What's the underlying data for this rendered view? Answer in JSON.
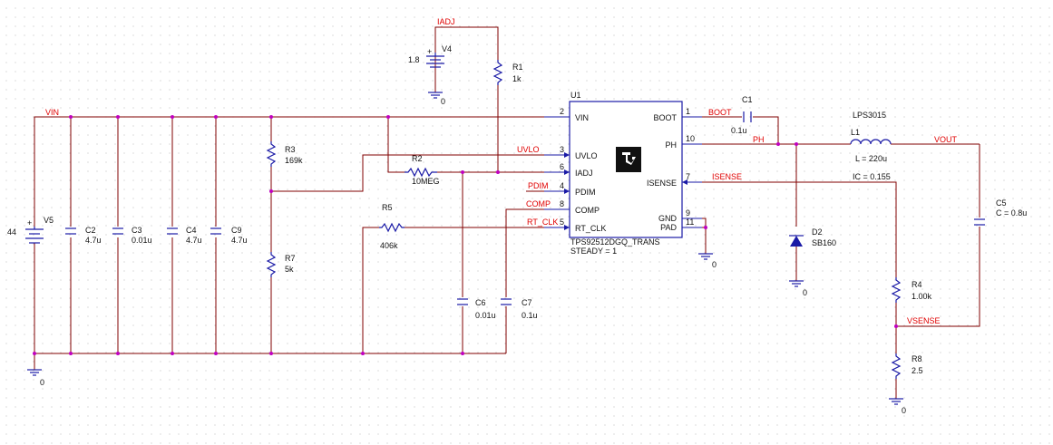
{
  "nets": {
    "vin": "VIN",
    "iadj": "IADJ",
    "uvlo": "UVLO",
    "pdim": "PDIM",
    "comp": "COMP",
    "rt_clk": "RT_CLK",
    "boot": "BOOT",
    "ph": "PH",
    "vout": "VOUT",
    "isense": "ISENSE",
    "vsense": "VSENSE"
  },
  "ic": {
    "ref": "U1",
    "part": "TPS92512DGQ_TRANS",
    "steady": "STEADY = 1",
    "pins_left": [
      {
        "num": "2",
        "name": "VIN"
      },
      {
        "num": "3",
        "name": "UVLO"
      },
      {
        "num": "6",
        "name": "IADJ"
      },
      {
        "num": "4",
        "name": "PDIM"
      },
      {
        "num": "8",
        "name": "COMP"
      },
      {
        "num": "5",
        "name": "RT_CLK"
      }
    ],
    "pins_right": [
      {
        "num": "1",
        "name": "BOOT"
      },
      {
        "num": "10",
        "name": "PH"
      },
      {
        "num": "7",
        "name": "ISENSE"
      },
      {
        "num": "9",
        "name": "GND"
      },
      {
        "num": "11",
        "name": "PAD"
      }
    ]
  },
  "components": {
    "V4": {
      "ref": "V4",
      "value": "1.8"
    },
    "V5": {
      "ref": "V5",
      "value": "44"
    },
    "R1": {
      "ref": "R1",
      "value": "1k"
    },
    "R2": {
      "ref": "R2",
      "value": "10MEG"
    },
    "R3": {
      "ref": "R3",
      "value": "169k"
    },
    "R4": {
      "ref": "R4",
      "value": "1.00k"
    },
    "R5": {
      "ref": "R5",
      "value": "406k"
    },
    "R7": {
      "ref": "R7",
      "value": "5k"
    },
    "R8": {
      "ref": "R8",
      "value": "2.5"
    },
    "C1": {
      "ref": "C1",
      "value": "0.1u"
    },
    "C2": {
      "ref": "C2",
      "value": "4.7u"
    },
    "C3": {
      "ref": "C3",
      "value": "0.01u"
    },
    "C4": {
      "ref": "C4",
      "value": "4.7u"
    },
    "C5": {
      "ref": "C5",
      "value": "C = 0.8u"
    },
    "C6": {
      "ref": "C6",
      "value": "0.01u"
    },
    "C7": {
      "ref": "C7",
      "value": "0.1u"
    },
    "C9": {
      "ref": "C9",
      "value": "4.7u"
    },
    "D2": {
      "ref": "D2",
      "value": "SB160"
    },
    "L1": {
      "ref": "L1",
      "value": "L = 220u",
      "model": "LPS3015",
      "ic": "IC = 0.155"
    }
  },
  "ground_label": "0"
}
